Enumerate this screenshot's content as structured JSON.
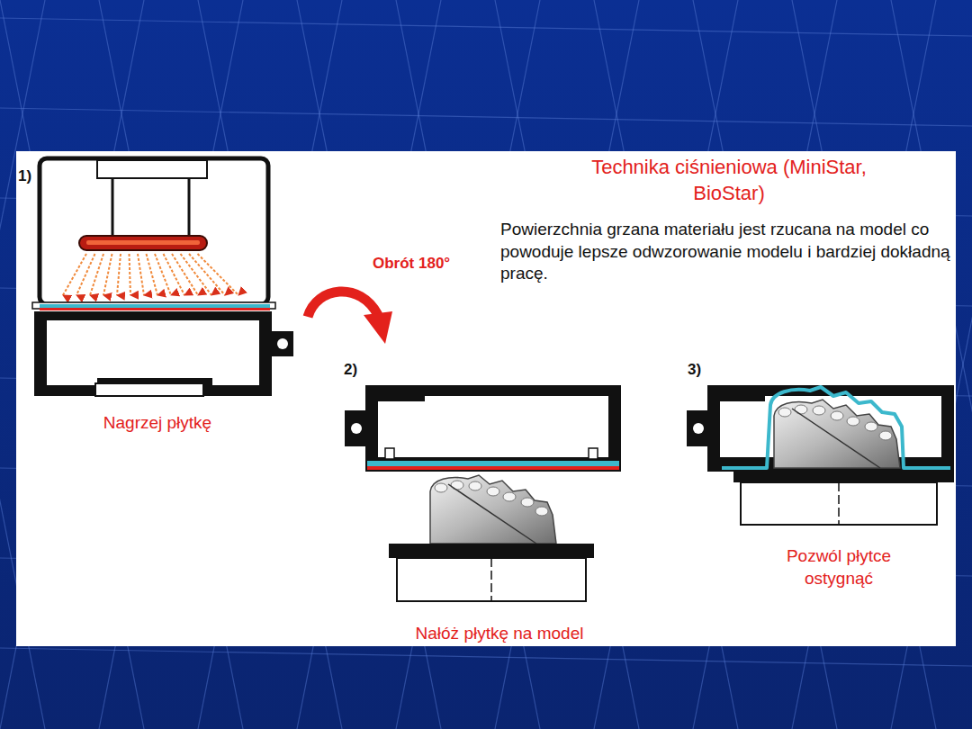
{
  "diagram": {
    "title": "Technika ciśnieniowa (MiniStar, BioStar)",
    "labels": [
      "1)",
      "Powierzchnia grzana materiału jest rzucana na model co powoduje lepsze odwzorowanie modelu i bardziej dokładną pracę.",
      "Obrót 180°",
      "2)",
      "3)",
      "Nagrzej płytkę",
      "Pozwól płytce ostygnąć",
      "Nałóż płytkę na model"
    ]
  }
}
